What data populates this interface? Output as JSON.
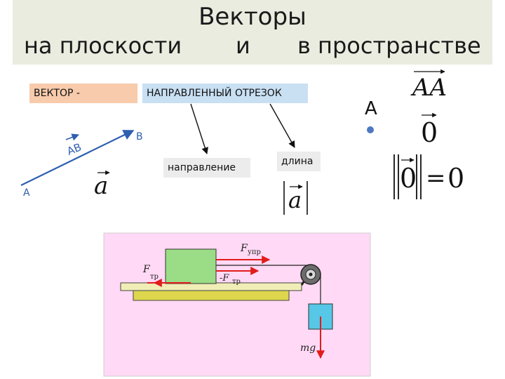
{
  "title": {
    "line1": "Векторы",
    "left": "на плоскости",
    "mid": "и",
    "right": "в пространстве"
  },
  "boxes": {
    "vector": "ВЕКТОР -",
    "segment": "НАПРАВЛЕННЫЙ ОТРЕЗОК",
    "direction": "направление",
    "length": "длина"
  },
  "vector_ab": {
    "label": "AB",
    "start_label": "A",
    "end_label": "B"
  },
  "symbols": {
    "vec_a": "a",
    "norm_a": "a",
    "point_A": "A",
    "AA": "AA",
    "zero": "0",
    "zero_norm_lhs": "0",
    "zero_norm_eq": "=",
    "zero_norm_rhs": "0"
  },
  "physics": {
    "f_upr": "F",
    "f_upr_sub": "упр",
    "f_tr": "F",
    "f_tr_sub": "тр",
    "neg_f_tr_prefix": "-F",
    "neg_f_tr_sub": "тр",
    "mg": "mg"
  },
  "colors": {
    "band": "#e9ecdf",
    "vector_box": "#f7cbac",
    "segment_box": "#c9e0f3",
    "blue_line": "#2e5fb0",
    "panel_bg": "#ffd9f5",
    "table_top": "#f0edb6",
    "table_base": "#ded64c",
    "block": "#9bdc86",
    "hanging": "#56c7e6",
    "force_red": "#e21b1b"
  }
}
